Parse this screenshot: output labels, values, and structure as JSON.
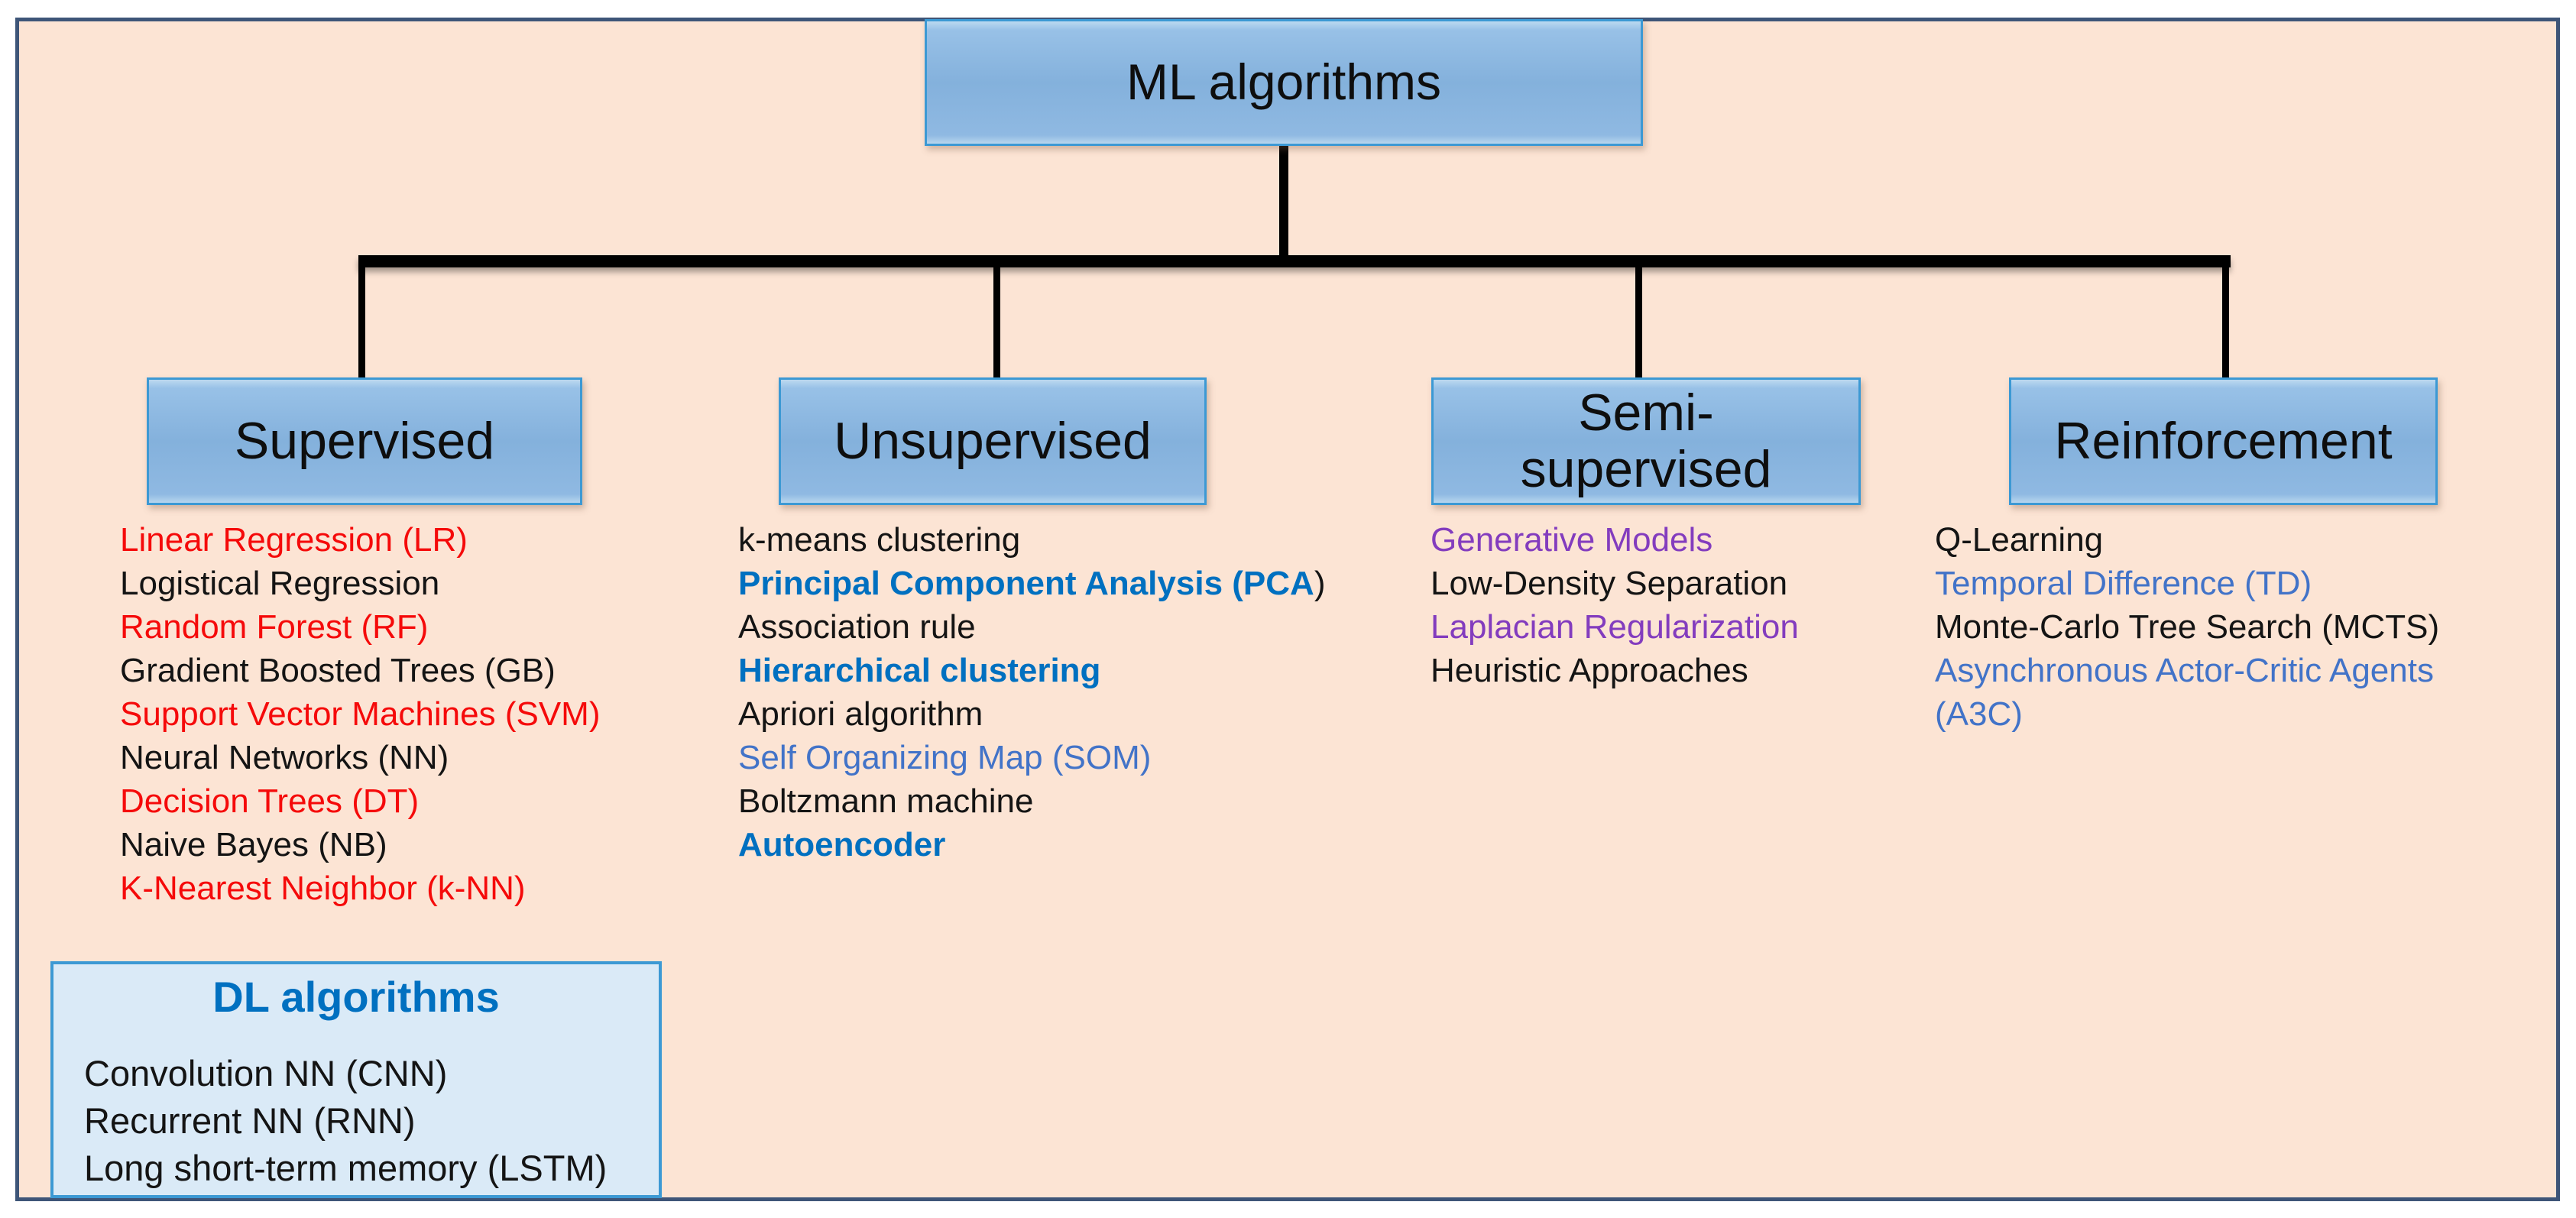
{
  "palette": {
    "background": "#fce4d4",
    "frame_border": "#3e5578",
    "box_border": "#3c99d4",
    "box_fill": "#8fb9e2",
    "dl_fill": "#daeaf7",
    "connector": "#000000",
    "red": "#f50a0a",
    "black": "#141414",
    "blue": "#0070c0",
    "royal": "#4273c8",
    "purple": "#833cbe"
  },
  "root": {
    "label": "ML algorithms"
  },
  "columns": [
    {
      "label": "Supervised",
      "items": [
        {
          "text": "Linear Regression (LR)",
          "color": "red"
        },
        {
          "text": "Logistical Regression",
          "color": "black"
        },
        {
          "text": "Random Forest (RF)",
          "color": "red"
        },
        {
          "text": "Gradient Boosted Trees (GB)",
          "color": "black"
        },
        {
          "text": "Support Vector Machines (SVM)",
          "color": "red"
        },
        {
          "text": "Neural Networks (NN)",
          "color": "black"
        },
        {
          "text": "Decision Trees (DT)",
          "color": "red"
        },
        {
          "text": "Naive Bayes (NB)",
          "color": "black"
        },
        {
          "text": "K-Nearest Neighbor (k-NN)",
          "color": "red"
        }
      ]
    },
    {
      "label": "Unsupervised",
      "items": [
        {
          "text": "k-means clustering",
          "color": "black"
        },
        {
          "text": "Principal Component Analysis (PCA",
          "color": "blue",
          "bold": true,
          "suffix": ")",
          "suffix_color": "black"
        },
        {
          "text": "Association rule",
          "color": "black"
        },
        {
          "text": "Hierarchical clustering",
          "color": "blue",
          "bold": true
        },
        {
          "text": "Apriori algorithm",
          "color": "black"
        },
        {
          "text": "Self Organizing Map (SOM)",
          "color": "royal"
        },
        {
          "text": "Boltzmann machine",
          "color": "black"
        },
        {
          "text": "Autoencoder",
          "color": "blue",
          "bold": true
        }
      ]
    },
    {
      "label": "Semi-\nsupervised",
      "items": [
        {
          "text": "Generative Models",
          "color": "purple"
        },
        {
          "text": "Low-Density Separation",
          "color": "black"
        },
        {
          "text": "Laplacian Regularization",
          "color": "purple"
        },
        {
          "text": "Heuristic Approaches",
          "color": "black"
        }
      ]
    },
    {
      "label": "Reinforcement",
      "items": [
        {
          "text": "Q-Learning",
          "color": "black"
        },
        {
          "text": "Temporal Difference (TD)",
          "color": "royal"
        },
        {
          "text": "Monte-Carlo Tree Search (MCTS)",
          "color": "black"
        },
        {
          "text": "Asynchronous Actor-Critic Agents (A3C)",
          "color": "royal"
        }
      ]
    }
  ],
  "dl_box": {
    "title": "DL algorithms",
    "items": [
      {
        "text": "Convolution NN (CNN)",
        "color": "black"
      },
      {
        "text": "Recurrent NN (RNN)",
        "color": "black"
      },
      {
        "text": "Long short-term memory (LSTM)",
        "color": "black"
      }
    ]
  }
}
